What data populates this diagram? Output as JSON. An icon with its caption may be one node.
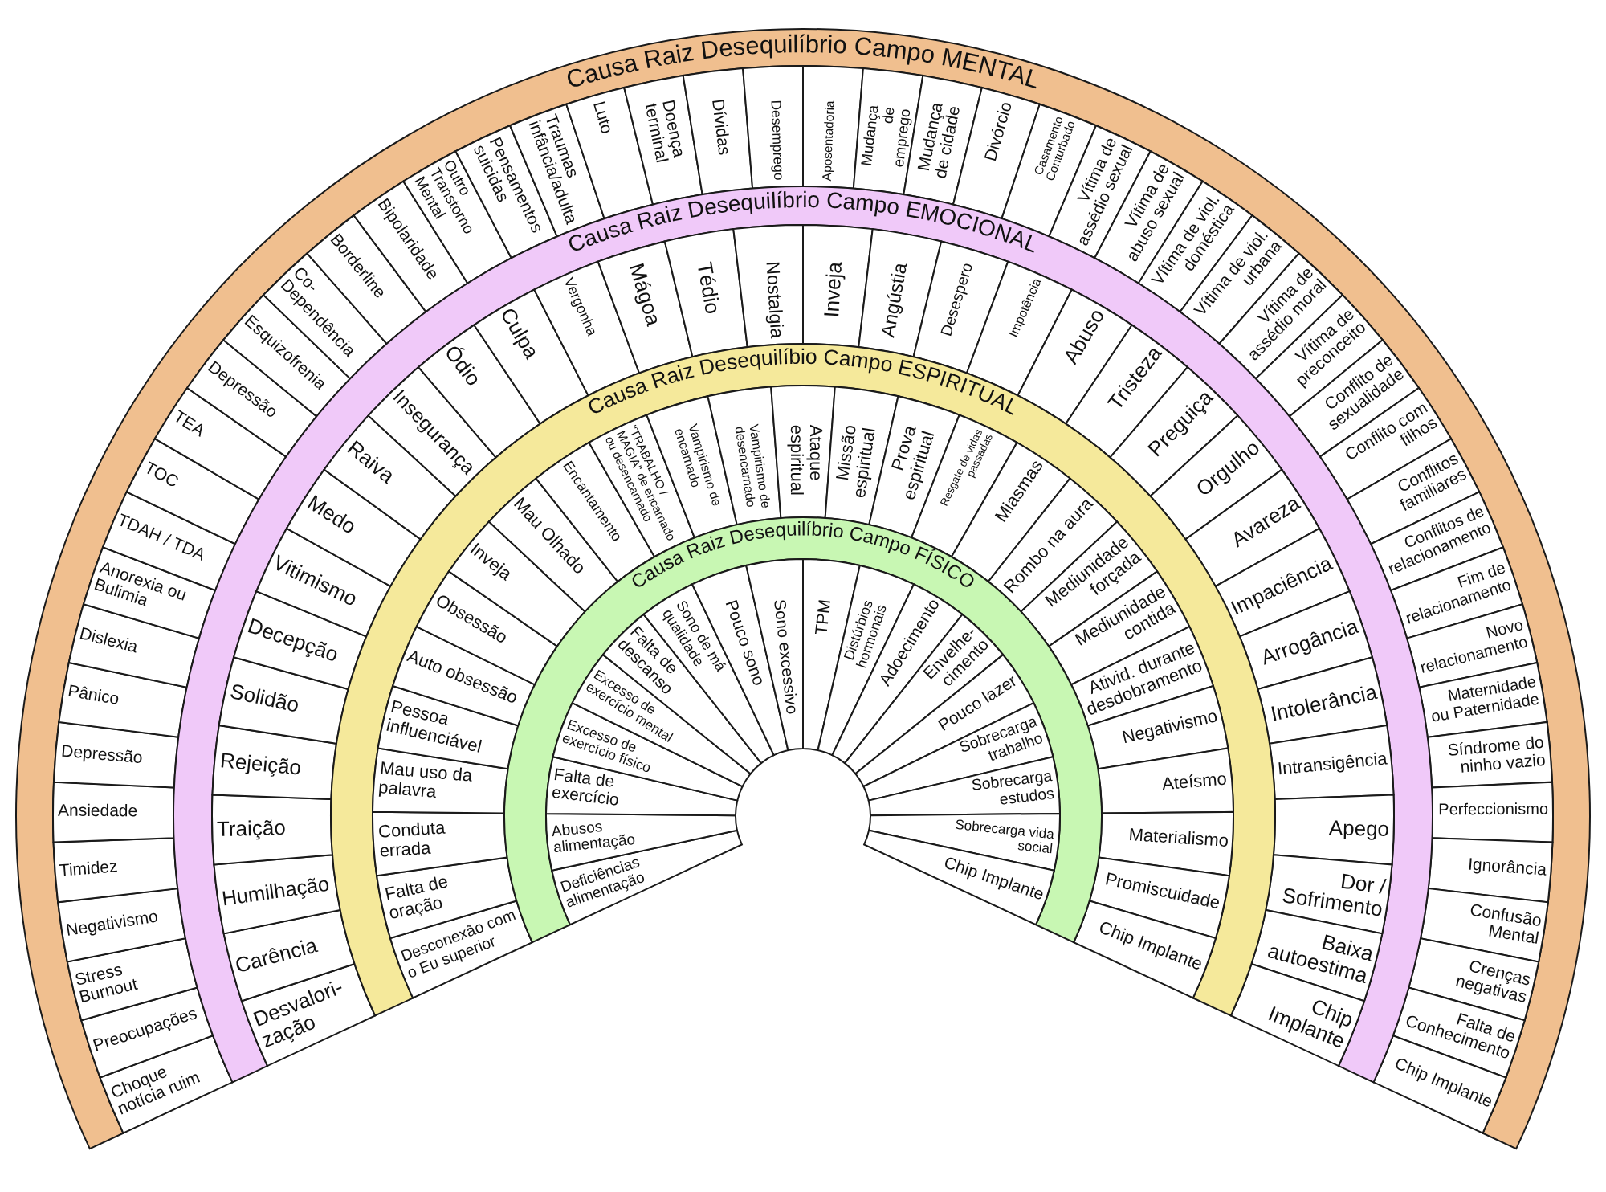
{
  "diagram": {
    "nodes": [
      {
        "text": [
          "Causa Raiz Desequilíbrio Campo MENTAL"
        ]
      },
      {
        "text": [
          "Choque notícia ruim"
        ]
      },
      {
        "text": [
          "Preocupações"
        ]
      },
      {
        "text": [
          "Stress Burnout"
        ]
      },
      {
        "text": [
          "Negativismo"
        ]
      },
      {
        "text": [
          "Timidez"
        ]
      },
      {
        "text": [
          "Ansiedade"
        ]
      },
      {
        "text": [
          "Depressão"
        ]
      },
      {
        "text": [
          "Pânico"
        ]
      },
      {
        "text": [
          "Dislexia"
        ]
      },
      {
        "text": [
          "Anorexia ou Bulimia"
        ]
      },
      {
        "text": [
          "TDAH / TDA"
        ]
      },
      {
        "text": [
          "TOC"
        ]
      },
      {
        "text": [
          "TEA"
        ]
      },
      {
        "text": [
          "Depressão"
        ]
      },
      {
        "text": [
          "Esquizofrenia"
        ]
      },
      {
        "text": [
          "Co-Dependência"
        ]
      },
      {
        "text": [
          "Borderline"
        ]
      },
      {
        "text": [
          "Bipolaridade"
        ]
      },
      {
        "text": [
          "Outro Transtorno Mental"
        ]
      },
      {
        "text": [
          "Pensamentos suicidas"
        ]
      },
      {
        "text": [
          "Traumas infância/adulta"
        ]
      },
      {
        "text": [
          "Luto"
        ]
      },
      {
        "text": [
          "Doença terminal"
        ]
      },
      {
        "text": [
          "Dívidas"
        ]
      },
      {
        "text": [
          "Desemprego"
        ]
      },
      {
        "text": [
          "Aposentadoria"
        ]
      },
      {
        "text": [
          "Mudança de emprego"
        ]
      },
      {
        "text": [
          "Mudança de cidade"
        ]
      },
      {
        "text": [
          "Divórcio"
        ]
      },
      {
        "text": [
          "Casamento Conturbado"
        ]
      },
      {
        "text": [
          "Vítima de assédio sexual"
        ]
      },
      {
        "text": [
          "Vítima de abuso sexual"
        ]
      },
      {
        "text": [
          "Vítima de viol. doméstica"
        ]
      },
      {
        "text": [
          "Vítima de viol. urbana"
        ]
      },
      {
        "text": [
          "Vítima de assédio moral"
        ]
      },
      {
        "text": [
          "Vítima de preconceito"
        ]
      },
      {
        "text": [
          "Conflito de sexualidade"
        ]
      },
      {
        "text": [
          "Conflito com filhos"
        ]
      },
      {
        "text": [
          "Conflitos familiares"
        ]
      },
      {
        "text": [
          "Conflitos de relacionamento"
        ]
      },
      {
        "text": [
          "Fim de relacionamento"
        ]
      },
      {
        "text": [
          "Novo relacionamento"
        ]
      },
      {
        "text": [
          "Maternidade ou Paternidade"
        ]
      },
      {
        "text": [
          "Síndrome do ninho vazio"
        ]
      },
      {
        "text": [
          "Perfeccionismo"
        ]
      },
      {
        "text": [
          "Ignorância"
        ]
      },
      {
        "text": [
          "Confusão Mental"
        ]
      },
      {
        "text": [
          "Crenças negativas"
        ]
      },
      {
        "text": [
          "Falta de Conhecimento"
        ]
      },
      {
        "text": [
          "Chip Implante"
        ]
      },
      {
        "text": [
          "Causa Raiz Desequilíbrio Campo EMOCIONAL"
        ]
      },
      {
        "text": [
          "Desvalori-zação"
        ]
      },
      {
        "text": [
          "Carência"
        ]
      },
      {
        "text": [
          "Humilhação"
        ]
      },
      {
        "text": [
          "Traição"
        ]
      },
      {
        "text": [
          "Rejeição"
        ]
      },
      {
        "text": [
          "Solidão"
        ]
      },
      {
        "text": [
          "Decepção"
        ]
      },
      {
        "text": [
          "Vitimismo"
        ]
      },
      {
        "text": [
          "Medo"
        ]
      },
      {
        "text": [
          "Raiva"
        ]
      },
      {
        "text": [
          "Insegurança"
        ]
      },
      {
        "text": [
          "Ódio"
        ]
      },
      {
        "text": [
          "Culpa"
        ]
      },
      {
        "text": [
          "Vergonha"
        ]
      },
      {
        "text": [
          "Mágoa"
        ]
      },
      {
        "text": [
          "Tédio"
        ]
      },
      {
        "text": [
          "Nostalgia"
        ]
      },
      {
        "text": [
          "Inveja"
        ]
      },
      {
        "text": [
          "Angústia"
        ]
      },
      {
        "text": [
          "Desespero"
        ]
      },
      {
        "text": [
          "Impotência"
        ]
      },
      {
        "text": [
          "Abuso"
        ]
      },
      {
        "text": [
          "Tristeza"
        ]
      },
      {
        "text": [
          "Preguiça"
        ]
      },
      {
        "text": [
          "Orgulho"
        ]
      },
      {
        "text": [
          "Avareza"
        ]
      },
      {
        "text": [
          "Impaciência"
        ]
      },
      {
        "text": [
          "Arrogância"
        ]
      },
      {
        "text": [
          "Intolerância"
        ]
      },
      {
        "text": [
          "Intransigência"
        ]
      },
      {
        "text": [
          "Apego"
        ]
      },
      {
        "text": [
          "Dor / Sofrimento"
        ]
      },
      {
        "text": [
          "Baixa autoestima"
        ]
      },
      {
        "text": [
          "Chip Implante"
        ]
      },
      {
        "text": [
          "Causa Raiz Desequilíbio Campo ESPIRITUAL"
        ]
      },
      {
        "text": [
          "Desconexão com o Eu superior"
        ]
      },
      {
        "text": [
          "Falta de oração"
        ]
      },
      {
        "text": [
          "Conduta errada"
        ]
      },
      {
        "text": [
          "Mau uso da palavra"
        ]
      },
      {
        "text": [
          "Pessoa influenciável"
        ]
      },
      {
        "text": [
          "Auto obsessão"
        ]
      },
      {
        "text": [
          "Obsessão"
        ]
      },
      {
        "text": [
          "Inveja"
        ]
      },
      {
        "text": [
          "Mau Olhado"
        ]
      },
      {
        "text": [
          "Encantamento"
        ]
      },
      {
        "text": [
          "\"TRABALHO / MAGIA\" de encarnado ou desencarnado"
        ]
      },
      {
        "text": [
          "Vampirismo de encarnado"
        ]
      },
      {
        "text": [
          "Vampirismo de desencarnado"
        ]
      },
      {
        "text": [
          "Ataque espiritual"
        ]
      },
      {
        "text": [
          "Missão espiritual"
        ]
      },
      {
        "text": [
          "Prova espiritual"
        ]
      },
      {
        "text": [
          "Resgate de vidas passadas"
        ]
      },
      {
        "text": [
          "Miasmas"
        ]
      },
      {
        "text": [
          "Rombo na aura"
        ]
      },
      {
        "text": [
          "Mediunidade forçada"
        ]
      },
      {
        "text": [
          "Mediunidade contida"
        ]
      },
      {
        "text": [
          "Ativid. durante desdobramento"
        ]
      },
      {
        "text": [
          "Negativismo"
        ]
      },
      {
        "text": [
          "Ateísmo"
        ]
      },
      {
        "text": [
          "Materialismo"
        ]
      },
      {
        "text": [
          "Promiscuidade"
        ]
      },
      {
        "text": [
          "Chip Implante"
        ]
      },
      {
        "text": [
          "Causa Raiz Desequilíbrio Campo FÍSICO"
        ]
      },
      {
        "text": [
          "Deficiências alimentação"
        ]
      },
      {
        "text": [
          "Abusos alimentação"
        ]
      },
      {
        "text": [
          "Falta de exercício"
        ]
      },
      {
        "text": [
          "Excesso de exercício físico"
        ]
      },
      {
        "text": [
          "Excesso de exercício mental"
        ]
      },
      {
        "text": [
          "Falta de descanso"
        ]
      },
      {
        "text": [
          "Sono de má qualidade"
        ]
      },
      {
        "text": [
          "Pouco sono"
        ]
      },
      {
        "text": [
          "Sono excessivo"
        ]
      },
      {
        "text": [
          "TPM"
        ]
      },
      {
        "text": [
          "Distúrbios hormonais"
        ]
      },
      {
        "text": [
          "Adoecimento"
        ]
      },
      {
        "text": [
          "Envelhe-cimento"
        ]
      },
      {
        "text": [
          "Pouco lazer"
        ]
      },
      {
        "text": [
          "Sobrecarga trabalho"
        ]
      },
      {
        "text": [
          "Sobrecarga estudos"
        ]
      },
      {
        "text": [
          "Sobrecarga vida social"
        ]
      },
      {
        "text": [
          "Chip Implante"
        ]
      }
    ]
  }
}
